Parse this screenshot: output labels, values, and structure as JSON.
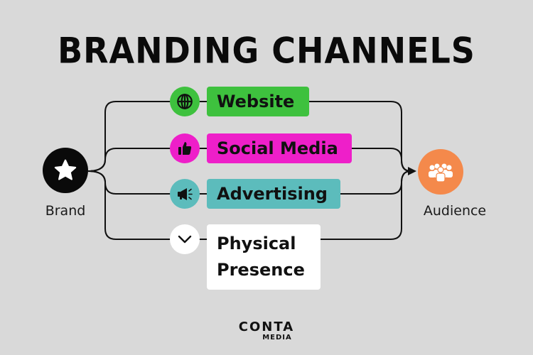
{
  "title": "BRANDING CHANNELS",
  "source": {
    "label": "Brand",
    "icon": "star-icon"
  },
  "target": {
    "label": "Audience",
    "icon": "people-icon"
  },
  "channels": [
    {
      "label": "Website",
      "icon": "globe-icon",
      "color": "#3ec13e"
    },
    {
      "label": "Social Media",
      "icon": "thumbs-up-icon",
      "color": "#ee1fc9"
    },
    {
      "label": "Advertising",
      "icon": "megaphone-icon",
      "color": "#5cbcbc"
    },
    {
      "label_line1": "Physical",
      "label_line2": "Presence",
      "icon": "chevron-down-icon",
      "color": "#ffffff"
    }
  ],
  "colors": {
    "background": "#d9d9d9",
    "brand": "#0a0a0a",
    "audience": "#f4894b",
    "lines": "#111111"
  },
  "logo": {
    "line1": "CONTA",
    "line2": "MEDIA"
  }
}
